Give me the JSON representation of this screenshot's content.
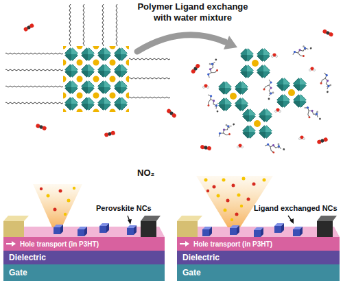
{
  "diagram": {
    "nodes": [
      {
        "text": [
          "Hole transport (in P3HT)"
        ]
      },
      {
        "text": [
          "Dielectric"
        ]
      },
      {
        "text": [
          "Gate"
        ]
      },
      {
        "text": [
          "Hole transport (in P3HT)"
        ]
      },
      {
        "text": [
          "Dielectric"
        ]
      },
      {
        "text": [
          "Gate"
        ]
      }
    ],
    "labels": [
      "Polymer Ligand exchange with water mixture",
      "NO₂",
      "Perovskite NCs",
      "Ligand exchanged NCs"
    ]
  }
}
